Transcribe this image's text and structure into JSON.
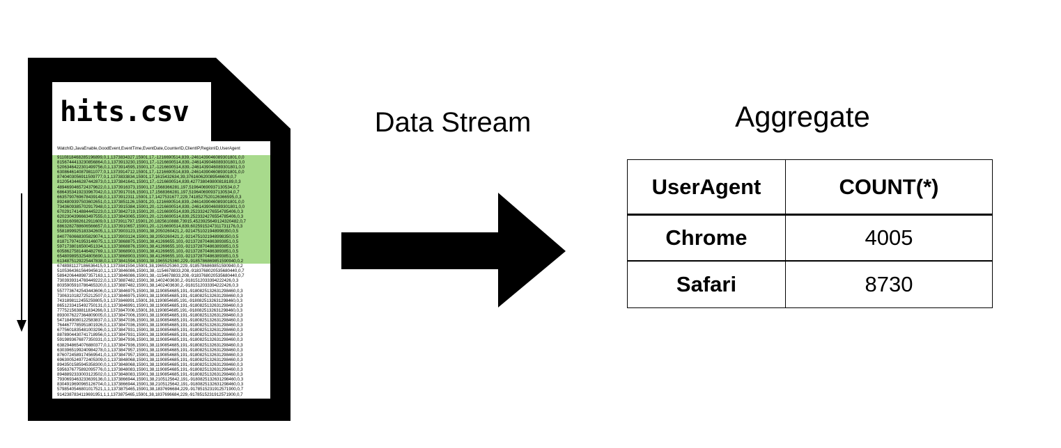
{
  "colors": {
    "highlight_green": "#a8da8c",
    "ink": "#000000",
    "background": "#ffffff"
  },
  "file": {
    "name": "hits.csv",
    "header": "WatchID,JavaEnable,GoodEvent,EventTime,EventDate,CounterID,ClientIP,RegionID,UserAgent",
    "highlighted_rows": [
      "9110818468285196899,0,1,1373834327,15901,17,-1216690514,839,-2461439046089301801,0,0",
      "8156744413230856864,0,1,1373913230,15901,17,-1216690514,839,-2461439046089301801,0,0",
      "5206346422301499756,0,1,1373914595,15901,17,-1216690514,839,-2461439046089301801,0,0",
      "6308646140879811077,0,1,1373914712,15901,17,-1216690514,839,-2461439046089301801,0,0",
      "8740403056911509777,0,1,1373833834,15901,17,1615432634,39,376160620089546609,0,7",
      "8120543446287442873,0,1,1373841641,15901,17,-1216690514,839,427738049800818189,0,3",
      "4894690465724379622,0,1,1373916373,15901,17,1568366281,197,519640690937130534,0,7",
      "6864353419233967042,0,1,1373917016,15901,17,1568366281,197,519640690937130534,0,7",
      "6635790769678439148,0,1,1373912311,15901,17,1427531677,229,7418527520126366595,0,3",
      "8924809397503602651,0,1,1373851126,15901,20,-1216690514,839,-2461439046089301801,0,0",
      "7343609385702917948,0,1,1373915384,15901,20,-1216690514,839,-2461439046089301801,0,0",
      "6702917414884445223,0,1,1373842719,15901,20,-1216690514,839,2523324276554785406,0,3",
      "6202304396663497555,0,1,1373843065,15901,20,-1216690514,839,2523324276554785406,0,3",
      "6139160982612911609,0,1,1373911797,15901,20,1825610888,73915,4523925649124320482,0,7",
      "8863282788606566657,0,1,1373910657,15901,20,-1216690514,839,6025915247311731176,0,3",
      "5581899925183342605,1,1,1373903123,15901,38,2050260421,2,-9214751021948998350,0,5",
      "8407760668305829074,1,1,1373903124,15901,38,2050260421,2,-9214751021948998350,0,5",
      "8187179741953146075,1,1,1373868875,15901,38,41269655,103,-9213728704863893851,0,5",
      "5971738016500451334,1,1,1373868876,15901,38,41269655,103,-9213728704863893851,0,5",
      "6058627581446482769,1,1,1373868903,15901,38,41269655,103,-9213728704863893851,0,5",
      "6548098953254805690,1,1,1373868903,15901,38,41269655,103,-9213728704863893851,0,5",
      "6134875129225447838,0,1,1373841594,15901,38,1965525360,229,-9185786869851590940,0,2"
    ],
    "rows": [
      "6748981127186636415,0,1,1373841594,15901,38,1965525360,229,-9185786869851590940,0,2",
      "5105364361564945610,1,1,1373846086,15901,38,-1154678833,208,-9183768020535680440,0,7",
      "5894206448987357163,1,1,1373846086,15901,38,-1154678833,208,-9183768020535680440,0,7",
      "7303939314769449222,0,1,1373887482,15901,38,1402403630,2,-9181512033394222426,0,3",
      "8035905910786465320,0,1,1373887482,15901,38,1402403630,2,-9181512033394222426,0,3",
      "5577736742543443606,0,1,1373846975,15901,38,1190854685,191,-9180825132631298460,0,3",
      "7306310182725212507,0,1,1373846975,15901,38,1190854685,191,-9180825132631298460,0,3",
      "7431898112455259805,0,1,1373846991,15901,38,1190854685,191,-9180825132631298460,0,3",
      "8651233415492750131,0,1,1373846991,15901,38,1190854685,191,-9180825132631298460,0,3",
      "7775215638811834266,0,1,1373847006,15901,38,1190854685,191,-9180825132631298460,0,3",
      "8930076227364809005,0,1,1373847006,15901,38,1190854685,191,-9180825132631298460,0,3",
      "5471849080122583837,0,1,1373847036,15901,38,1190854685,191,-9180825132631298460,0,3",
      "7644677785951801926,0,1,1373847036,15901,38,1190854685,191,-9180825132631298460,0,3",
      "6775601835481003296,0,1,1373847931,15901,38,1190854685,191,-9180825132631298460,0,3",
      "8878904430741718956,0,1,1373847931,15901,38,1190854685,191,-9180825132631298460,0,3",
      "5919893676877350331,0,1,1373847936,15901,38,1190854685,191,-9180825132631298460,0,3",
      "6382948654076880377,0,1,1373847936,15901,38,1190854685,191,-9180825132631298460,0,3",
      "6303965199240984278,0,1,1373847957,15901,38,1190854685,191,-9180825132631298460,0,3",
      "8760724589174569541,0,1,1373847957,15901,38,1190854685,191,-9180825132631298460,0,3",
      "6963005249772405309,0,1,1373848068,15901,38,1190854685,191,-9180825132631298460,0,3",
      "8943501585945358300,0,1,1373848068,15901,38,1190854685,191,-9180825132631298460,0,3",
      "5956376775892095776,0,1,1373848083,15901,38,1190854685,191,-9180825132631298460,0,3",
      "8948892333003123502,0,1,1373848083,15901,38,1190854685,191,-9180825132631298460,0,3",
      "7930693463233639136,0,1,1373866944,15901,38,2105125642,191,-9180825132631298460,0,3",
      "8304919690965126704,0,1,1373866944,15901,38,2105125642,191,-9180825132631298460,0,3",
      "5798540546801017521,1,1,1373875465,15901,38,1837696684,229,-9178515231912571900,0,7",
      "9142387834119691951,1,1,1373875465,15901,38,1837696684,229,-9178515231912571900,0,7"
    ]
  },
  "stream": {
    "label": "Data Stream"
  },
  "aggregate": {
    "title": "Aggregate",
    "table": {
      "columns": [
        "UserAgent",
        "COUNT(*)"
      ],
      "rows": [
        [
          "Chrome",
          "4005"
        ],
        [
          "Safari",
          "8730"
        ]
      ]
    }
  },
  "icons": {
    "stream_arrow": "right-arrow",
    "scroll_indicator": "down-arrow",
    "file_shape": "document-with-folded-corner"
  }
}
